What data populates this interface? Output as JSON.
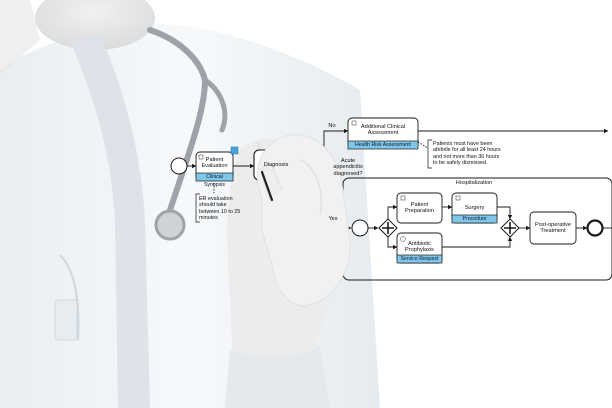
{
  "diagram": {
    "start_task": {
      "label": "Patient Evaluation",
      "tag": "Clinical Synopsis"
    },
    "er_note": "ER evaluation should take between 10 to 25 minutes",
    "diagnosis_task": {
      "label": "Diagnosis"
    },
    "gateway_question": "Acute appendicitis diagnosed?",
    "branch_no": "No",
    "branch_yes": "Yes",
    "additional_task": {
      "label": "Additional Clinical Assessment",
      "tag": "Health Risk Assessment"
    },
    "afebrile_note": "Patients must have been afebrile for all least 24 hours and not more than 36 hours to be safely dismissed.",
    "hospitalization_label": "Hospitalization",
    "prep_task": {
      "label": "Patient Preparation"
    },
    "surgery_task": {
      "label": "Surgery",
      "tag": "Procedure"
    },
    "antibiotic_task": {
      "label": "Antibiotic Prophylaxis",
      "tag": "Service Request"
    },
    "postop_task": {
      "label": "Post-operative Treatment"
    },
    "colors": {
      "tag_fill": "#7fc6ea",
      "stroke": "#1a1a1a",
      "marker": "#4aa3df"
    }
  }
}
